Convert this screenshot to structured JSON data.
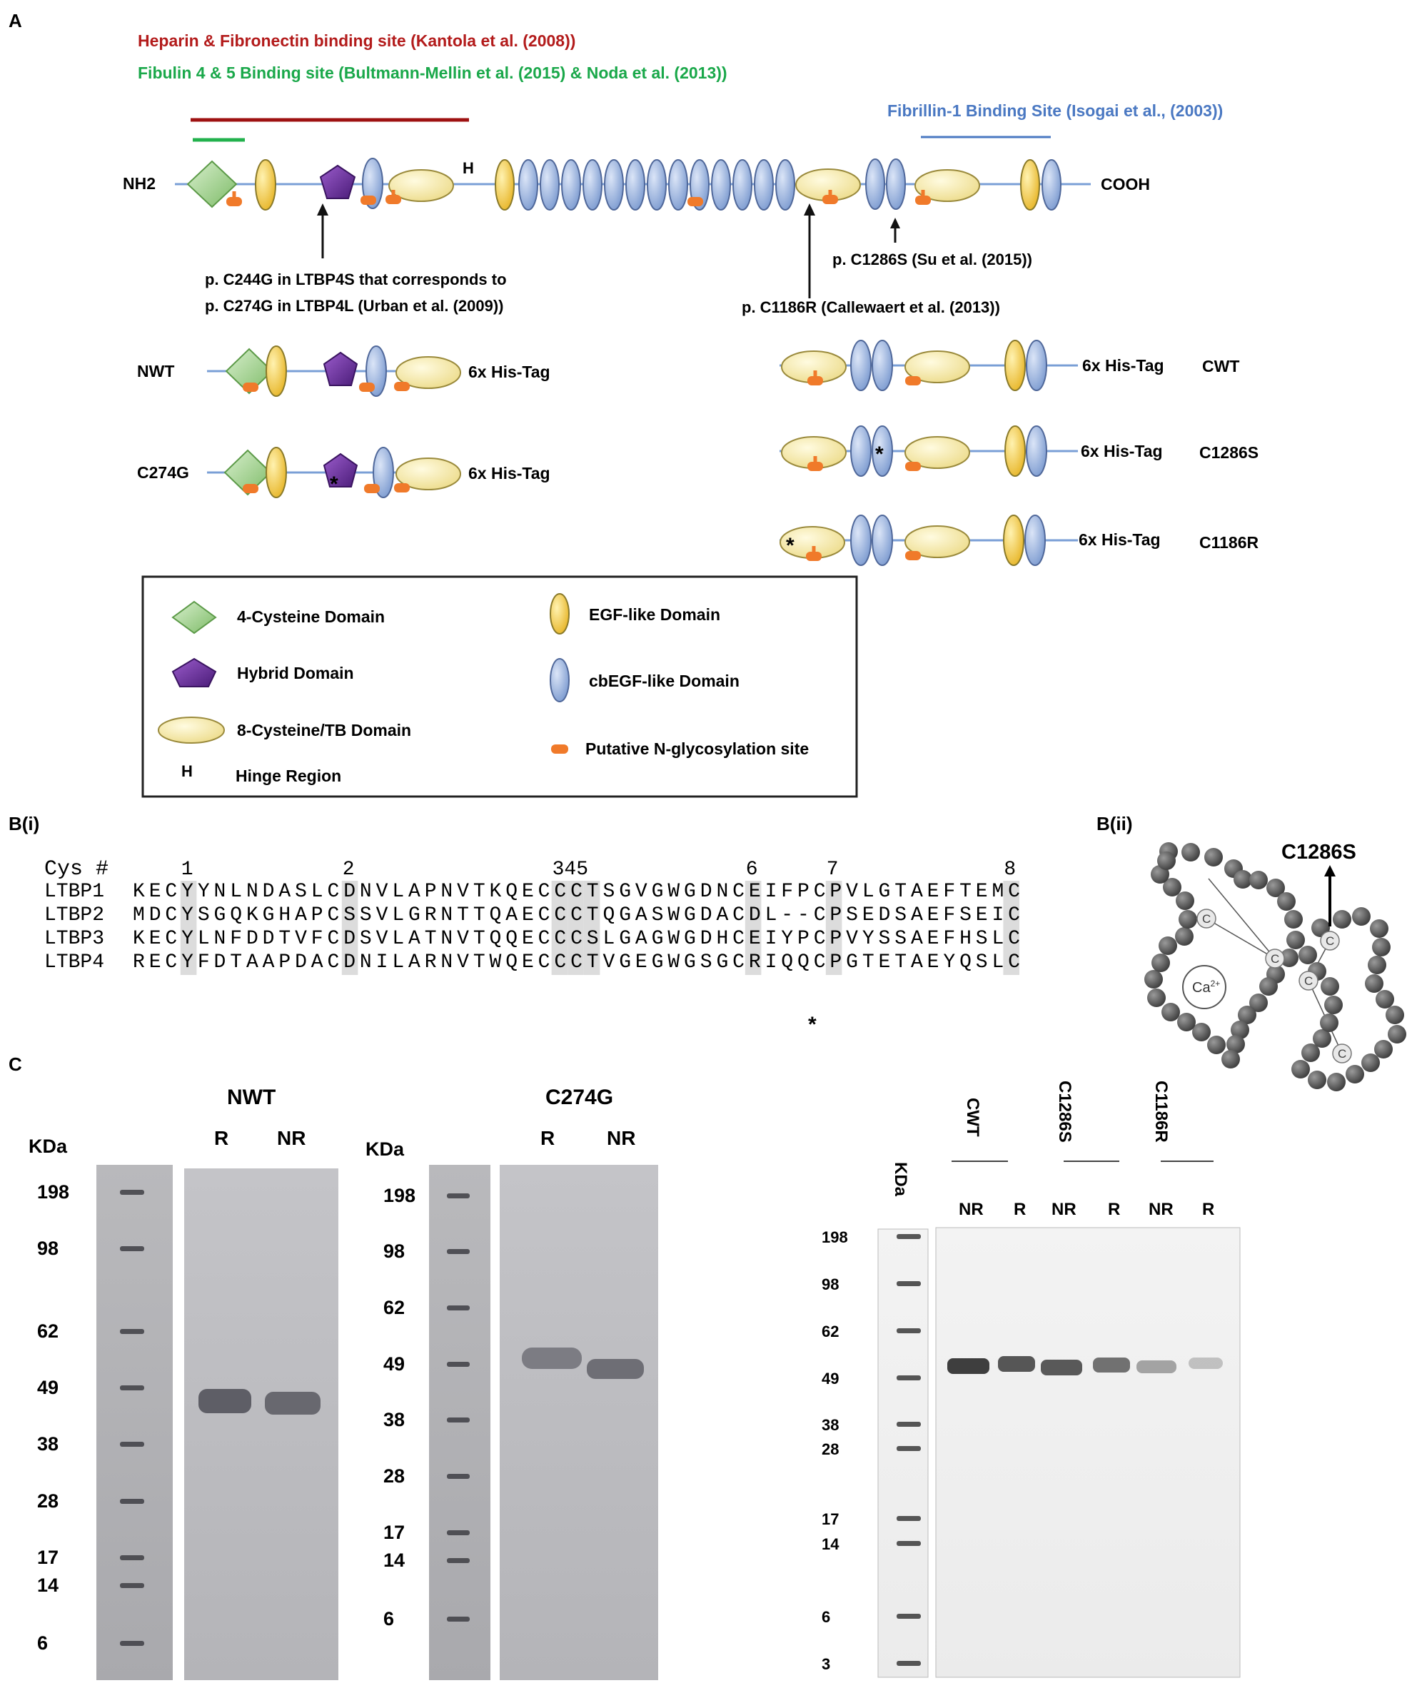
{
  "panels": {
    "A": "A",
    "Bi": "B(i)",
    "Bii": "B(ii)",
    "C": "C"
  },
  "panelA": {
    "binding_heparin": "Heparin & Fibronectin binding site (Kantola et al. (2008))",
    "binding_fibulin": "Fibulin 4 & 5 Binding site (Bultmann-Mellin et al. (2015) & Noda et al. (2013))",
    "binding_fibrillin": "Fibrillin-1 Binding Site (Isogai et al., (2003))",
    "nh2": "NH2",
    "cooh": "COOH",
    "hinge": "H",
    "mut_c244_line1": "p. C244G in LTBP4S that corresponds to",
    "mut_c244_line2": "p. C274G in LTBP4L  (Urban et al. (2009))",
    "mut_c1286s": "p. C1286S (Su et al. (2015))",
    "mut_c1186r": "p. C1186R (Callewaert et al. (2013))",
    "constructs": {
      "nwt": "NWT",
      "c274g": "C274G",
      "cwt": "CWT",
      "c1286s": "C1286S",
      "c1186r": "C1186R",
      "his_tag": "6x His-Tag"
    },
    "star": "*",
    "legend": {
      "cys4": "4-Cysteine Domain",
      "hybrid": "Hybrid Domain",
      "tb": "8-Cysteine/TB Domain",
      "hinge_symbol": "H",
      "hinge": "Hinge Region",
      "egf": "EGF-like Domain",
      "cbegf": "cbEGF-like Domain",
      "glyco": "Putative N-glycosylation site"
    },
    "colors": {
      "heparin": "#b31b1b",
      "fibulin": "#1aa84a",
      "fibrillin": "#4a78c2",
      "egf": "#f2c94c",
      "cbegf": "#9bb3dc",
      "tb": "#f8eeaa",
      "hybrid": "#6b2f9e",
      "cys4": "#9ed48a",
      "glyco": "#f07a2a"
    }
  },
  "panelBi": {
    "header_label": "Cys #",
    "cys_numbers": [
      "1",
      "2",
      "345",
      "6",
      "7",
      "8"
    ],
    "rows": [
      {
        "name": "LTBP1",
        "seq": "KECYYNLNDASLCDNVLAPNVTKQECCCTSGVGWGDNCEIFPCPVLGTAEFTEMC"
      },
      {
        "name": "LTBP2",
        "seq": "MDCYSGQKGHAPCSSVLGRNTTQAECCCTQGASWGDACDL--CPSEDSAEFSEIC"
      },
      {
        "name": "LTBP3",
        "seq": "KECYLNFDDTVFCDSVLATNVTQQECCCSLGAGWGDHCEIYPCPVYSSAEFHSLC"
      },
      {
        "name": "LTBP4",
        "seq": "RECYFDTAAPDACDNILARNVTWQECCCTVGEGWGSGCRIQQCPGTETAEYQSLC"
      }
    ],
    "star": "*"
  },
  "panelBii": {
    "mutation": "C1286S",
    "ca": "Ca",
    "ca_sup": "2+",
    "cys": "C"
  },
  "panelC": {
    "gel1": {
      "title": "NWT",
      "kda": "KDa",
      "lanes": [
        "R",
        "NR"
      ],
      "markers": [
        "198",
        "98",
        "62",
        "49",
        "38",
        "28",
        "17",
        "14",
        "6"
      ]
    },
    "gel2": {
      "title": "C274G",
      "kda": "KDa",
      "lanes": [
        "R",
        "NR"
      ],
      "markers": [
        "198",
        "98",
        "62",
        "49",
        "38",
        "28",
        "17",
        "14",
        "6"
      ]
    },
    "gel3": {
      "kda": "KDa",
      "groups": [
        "CWT",
        "C1286S",
        "C1186R"
      ],
      "lanes": [
        "NR",
        "R",
        "NR",
        "R",
        "NR",
        "R"
      ],
      "markers": [
        "198",
        "98",
        "62",
        "49",
        "38",
        "28",
        "17",
        "14",
        "6",
        "3"
      ]
    }
  }
}
